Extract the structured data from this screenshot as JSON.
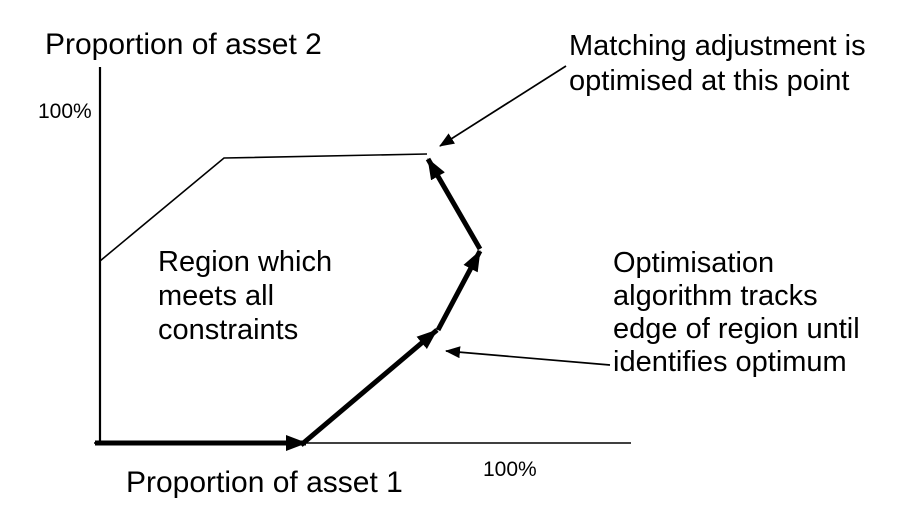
{
  "diagram": {
    "background_color": "#ffffff",
    "ink_color": "#000000",
    "y_axis_title": "Proportion of asset 2",
    "x_axis_title": "Proportion of asset 1",
    "y_axis_tick_label": "100%",
    "x_axis_tick_label": "100%",
    "region_label_lines": {
      "0": "Region which",
      "1": "meets all",
      "2": "constraints"
    },
    "annotations": {
      "matching_lines": {
        "0": "Matching adjustment is",
        "1": "optimised at this point"
      },
      "optimisation_lines": {
        "0": "Optimisation",
        "1": "algorithm tracks",
        "2": "edge of region until",
        "3": "identifies optimum"
      }
    }
  }
}
